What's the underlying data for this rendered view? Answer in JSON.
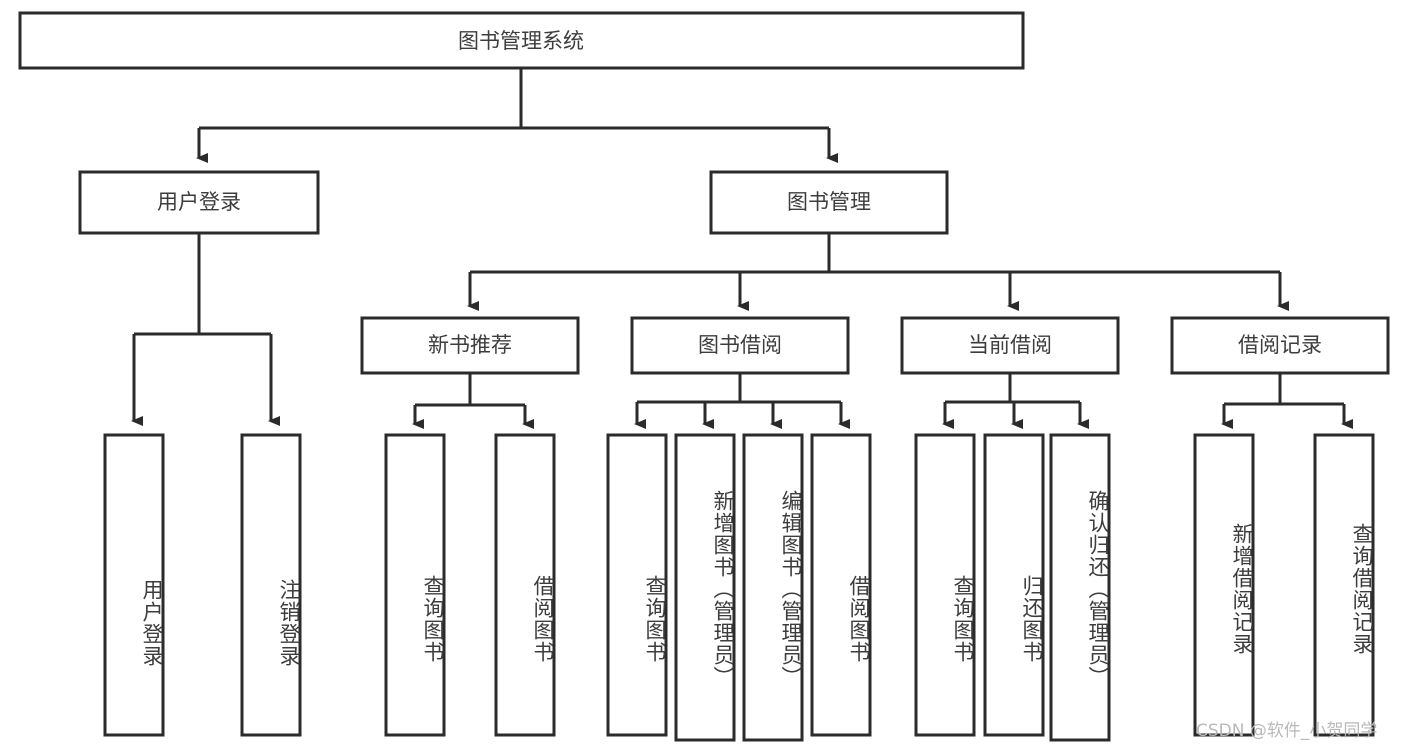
{
  "diagram": {
    "title": "图书管理系统",
    "type": "tree",
    "root": {
      "id": "root",
      "label": "图书管理系统",
      "orientation": "horizontal"
    },
    "level1": [
      {
        "id": "user-login",
        "label": "用户登录",
        "orientation": "horizontal"
      },
      {
        "id": "book-manage",
        "label": "图书管理",
        "orientation": "horizontal"
      }
    ],
    "level2": [
      {
        "id": "new-book-recommend",
        "label": "新书推荐",
        "parent": "book-manage",
        "orientation": "horizontal"
      },
      {
        "id": "book-borrow",
        "label": "图书借阅",
        "parent": "book-manage",
        "orientation": "horizontal"
      },
      {
        "id": "current-borrow",
        "label": "当前借阅",
        "parent": "book-manage",
        "orientation": "horizontal"
      },
      {
        "id": "borrow-record",
        "label": "借阅记录",
        "parent": "book-manage",
        "orientation": "horizontal"
      }
    ],
    "leaves": [
      {
        "id": "leaf-user-login",
        "label": "用户登录",
        "parent": "user-login",
        "orientation": "vertical"
      },
      {
        "id": "leaf-user-logout",
        "label": "注销登录",
        "parent": "user-login",
        "orientation": "vertical"
      },
      {
        "id": "leaf-query-book-1",
        "label": "查询图书",
        "parent": "new-book-recommend",
        "orientation": "vertical"
      },
      {
        "id": "leaf-borrow-book-1",
        "label": "借阅图书",
        "parent": "new-book-recommend",
        "orientation": "vertical"
      },
      {
        "id": "leaf-query-book-2",
        "label": "查询图书",
        "parent": "book-borrow",
        "orientation": "vertical"
      },
      {
        "id": "leaf-add-book",
        "label": "新增图书（管理员）",
        "parent": "book-borrow",
        "orientation": "vertical"
      },
      {
        "id": "leaf-edit-book",
        "label": "编辑图书（管理员）",
        "parent": "book-borrow",
        "orientation": "vertical"
      },
      {
        "id": "leaf-borrow-book-2",
        "label": "借阅图书",
        "parent": "book-borrow",
        "orientation": "vertical"
      },
      {
        "id": "leaf-query-book-3",
        "label": "查询图书",
        "parent": "current-borrow",
        "orientation": "vertical"
      },
      {
        "id": "leaf-return-book",
        "label": "归还图书",
        "parent": "current-borrow",
        "orientation": "vertical"
      },
      {
        "id": "leaf-confirm-return",
        "label": "确认归还（管理员）",
        "parent": "current-borrow",
        "orientation": "vertical"
      },
      {
        "id": "leaf-add-record",
        "label": "新增借阅记录",
        "parent": "borrow-record",
        "orientation": "vertical"
      },
      {
        "id": "leaf-query-record",
        "label": "查询借阅记录",
        "parent": "borrow-record",
        "orientation": "vertical"
      }
    ]
  },
  "watermark": {
    "text": "CSDN @软件_小贺同学"
  },
  "colors": {
    "stroke": "#2b2b2b",
    "box_fill": "#ffffff",
    "text": "#3d3d3d",
    "background": "#ffffff",
    "watermark": "#b9b9b9"
  }
}
